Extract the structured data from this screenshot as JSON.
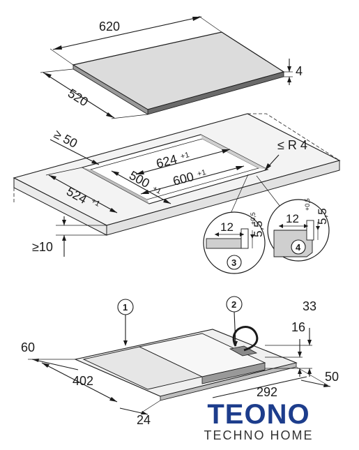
{
  "top_hob": {
    "width_label": "620",
    "depth_label": "520",
    "thickness_label": "4"
  },
  "cutout": {
    "min_front_label": "≥ 50",
    "radius_label": "≤ R 4",
    "outer_width_label": "624",
    "outer_width_tol": "+1",
    "inner_width_label": "600",
    "inner_width_tol": "+1",
    "outer_depth_label": "524",
    "outer_depth_tol": "+1",
    "inner_depth_label": "500",
    "inner_depth_tol": "+1",
    "worktop_label": "≥10"
  },
  "detail_3": {
    "number": "3",
    "width_label": "12",
    "height_label": "5,5",
    "height_tol": "+0,5"
  },
  "detail_4": {
    "number": "4",
    "width_label": "12",
    "height_label": "5,5",
    "height_tol": "+0,5"
  },
  "bottom_view": {
    "callout_1": "1",
    "callout_2": "2",
    "dim_33": "33",
    "dim_16": "16",
    "dim_60": "60",
    "dim_402": "402",
    "dim_24": "24",
    "dim_292": "292",
    "dim_50": "50"
  },
  "watermark": {
    "brand": "TEONO",
    "tagline": "TECHNO HOME"
  }
}
